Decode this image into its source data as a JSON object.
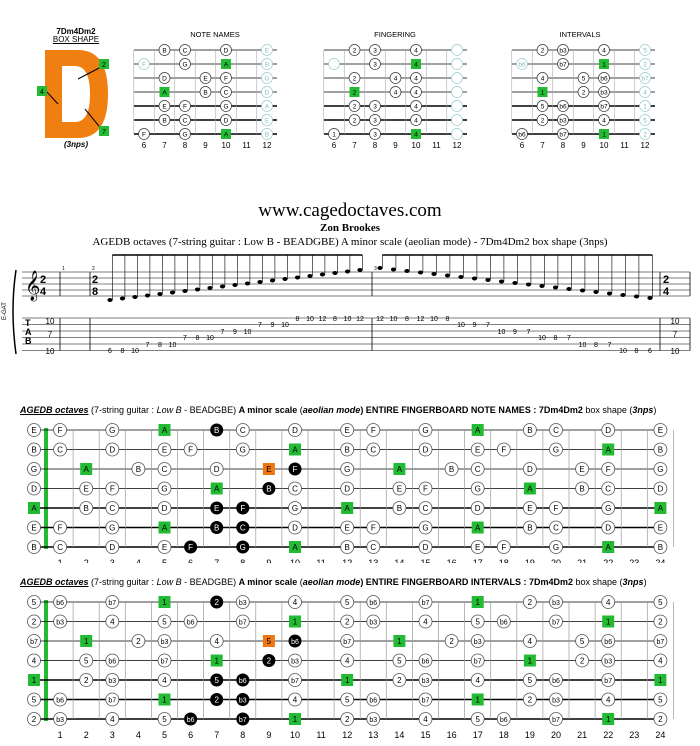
{
  "box": {
    "title": "7Dm4Dm2",
    "subtitle": "BOX SHAPE",
    "letter": "D",
    "markers": [
      "2",
      "4",
      "7"
    ],
    "tag": "(3nps)"
  },
  "mini_titles": [
    "NOTE NAMES",
    "FINGERING",
    "INTERVALS"
  ],
  "mini_fret_numbers": [
    "6",
    "7",
    "8",
    "9",
    "10",
    "11",
    "12"
  ],
  "site": "www.cagedoctaves.com",
  "author": "Zon Brookes",
  "subtitle": "AGEDB octaves (7-string guitar : Low B - BEADGBE) A minor scale (aeolian mode) - 7Dm4Dm2 box shape (3nps)",
  "staff": {
    "side_label": "E-GAT",
    "time_sig": [
      "2",
      "4"
    ],
    "time_sig2": [
      "2",
      "8"
    ],
    "tab_letters": [
      "T",
      "A",
      "B"
    ],
    "bar1_tab": [
      "10",
      "7",
      "10"
    ],
    "asc_tab": [
      "6 8 10",
      "7 8 10",
      "7 8 10",
      "7 9 10",
      "7 9 10",
      "8 10 12",
      "8 10 12"
    ],
    "desc_tab": [
      "12 10 8",
      "12 10 8",
      "10 9 7",
      "10 9 7",
      "10 8 7",
      "10 8 7",
      "10 8 6"
    ],
    "last_tab": [
      "10",
      "7",
      "10"
    ],
    "bar_numbers": [
      "1",
      "2",
      "3"
    ]
  },
  "fb1": {
    "title_parts": [
      "AGEDB octaves",
      " (7-string guitar : ",
      "Low B",
      " - BEADGBE) ",
      "A minor scale",
      " (",
      "aeolian mode",
      ") ENTIRE FINGERBOARD NOTE NAMES : ",
      "7Dm4Dm2",
      " box shape (",
      "3nps",
      ")"
    ],
    "rows": [
      [
        "E",
        "F",
        "",
        "G",
        "",
        "A",
        "",
        "B",
        "C",
        "",
        "D",
        "",
        "E",
        "F",
        "",
        "G",
        "",
        "A",
        "",
        "B",
        "C",
        "",
        "D",
        "",
        "E"
      ],
      [
        "B",
        "C",
        "",
        "D",
        "",
        "E",
        "F",
        "",
        "G",
        "",
        "A",
        "",
        "B",
        "C",
        "",
        "D",
        "",
        "E",
        "F",
        "",
        "G",
        "",
        "A",
        "",
        "B"
      ],
      [
        "G",
        "",
        "A",
        "",
        "B",
        "C",
        "",
        "D",
        "",
        "E",
        "F",
        "",
        "G",
        "",
        "A",
        "",
        "B",
        "C",
        "",
        "D",
        "",
        "E",
        "F",
        "",
        "G"
      ],
      [
        "D",
        "",
        "E",
        "F",
        "",
        "G",
        "",
        "A",
        "",
        "B",
        "C",
        "",
        "D",
        "",
        "E",
        "F",
        "",
        "G",
        "",
        "A",
        "",
        "B",
        "C",
        "",
        "D"
      ],
      [
        "A",
        "",
        "B",
        "C",
        "",
        "D",
        "",
        "E",
        "F",
        "",
        "G",
        "",
        "A",
        "",
        "B",
        "C",
        "",
        "D",
        "",
        "E",
        "F",
        "",
        "G",
        "",
        "A"
      ],
      [
        "E",
        "F",
        "",
        "G",
        "",
        "A",
        "",
        "B",
        "C",
        "",
        "D",
        "",
        "E",
        "F",
        "",
        "G",
        "",
        "A",
        "",
        "B",
        "C",
        "",
        "D",
        "",
        "E"
      ],
      [
        "B",
        "C",
        "",
        "D",
        "",
        "E",
        "F",
        "",
        "G",
        "",
        "A",
        "",
        "B",
        "C",
        "",
        "D",
        "",
        "E",
        "F",
        "",
        "G",
        "",
        "A",
        "",
        "B"
      ]
    ],
    "fret_numbers": [
      "1",
      "2",
      "3",
      "4",
      "5",
      "6",
      "7",
      "8",
      "9",
      "10",
      "11",
      "12",
      "13",
      "14",
      "15",
      "16",
      "17",
      "18",
      "19",
      "20",
      "21",
      "22",
      "23",
      "24"
    ]
  },
  "fb2": {
    "title_parts": [
      "AGEDB octaves",
      " (7-string guitar : ",
      "Low B",
      " - BEADGBE) ",
      "A minor scale",
      " (",
      "aeolian mode",
      ") ENTIRE FINGERBOARD INTERVALS : ",
      "7Dm4Dm2",
      " box shape (",
      "3nps",
      ")"
    ],
    "rows": [
      [
        "5",
        "b6",
        "",
        "b7",
        "",
        "1",
        "",
        "2",
        "b3",
        "",
        "4",
        "",
        "5",
        "b6",
        "",
        "b7",
        "",
        "1",
        "",
        "2",
        "b3",
        "",
        "4",
        "",
        "5"
      ],
      [
        "2",
        "b3",
        "",
        "4",
        "",
        "5",
        "b6",
        "",
        "b7",
        "",
        "1",
        "",
        "2",
        "b3",
        "",
        "4",
        "",
        "5",
        "b6",
        "",
        "b7",
        "",
        "1",
        "",
        "2"
      ],
      [
        "b7",
        "",
        "1",
        "",
        "2",
        "b3",
        "",
        "4",
        "",
        "5",
        "b6",
        "",
        "b7",
        "",
        "1",
        "",
        "2",
        "b3",
        "",
        "4",
        "",
        "5",
        "b6",
        "",
        "b7"
      ],
      [
        "4",
        "",
        "5",
        "b6",
        "",
        "b7",
        "",
        "1",
        "",
        "2",
        "b3",
        "",
        "4",
        "",
        "5",
        "b6",
        "",
        "b7",
        "",
        "1",
        "",
        "2",
        "b3",
        "",
        "4"
      ],
      [
        "1",
        "",
        "2",
        "b3",
        "",
        "4",
        "",
        "5",
        "b6",
        "",
        "b7",
        "",
        "1",
        "",
        "2",
        "b3",
        "",
        "4",
        "",
        "5",
        "b6",
        "",
        "b7",
        "",
        "1"
      ],
      [
        "5",
        "b6",
        "",
        "b7",
        "",
        "1",
        "",
        "2",
        "b3",
        "",
        "4",
        "",
        "5",
        "b6",
        "",
        "b7",
        "",
        "1",
        "",
        "2",
        "b3",
        "",
        "4",
        "",
        "5"
      ],
      [
        "2",
        "b3",
        "",
        "4",
        "",
        "5",
        "b6",
        "",
        "b7",
        "",
        "1",
        "",
        "2",
        "b3",
        "",
        "4",
        "",
        "5",
        "b6",
        "",
        "b7",
        "",
        "1",
        "",
        "2"
      ]
    ],
    "fret_numbers": [
      "1",
      "2",
      "3",
      "4",
      "5",
      "6",
      "7",
      "8",
      "9",
      "10",
      "11",
      "12",
      "13",
      "14",
      "15",
      "16",
      "17",
      "18",
      "19",
      "20",
      "21",
      "22",
      "23",
      "24"
    ]
  },
  "colors": {
    "root": "#22bb33",
    "box_root": "#ee7711",
    "box_note": "#000000",
    "orange_shape": "#f07f12"
  }
}
